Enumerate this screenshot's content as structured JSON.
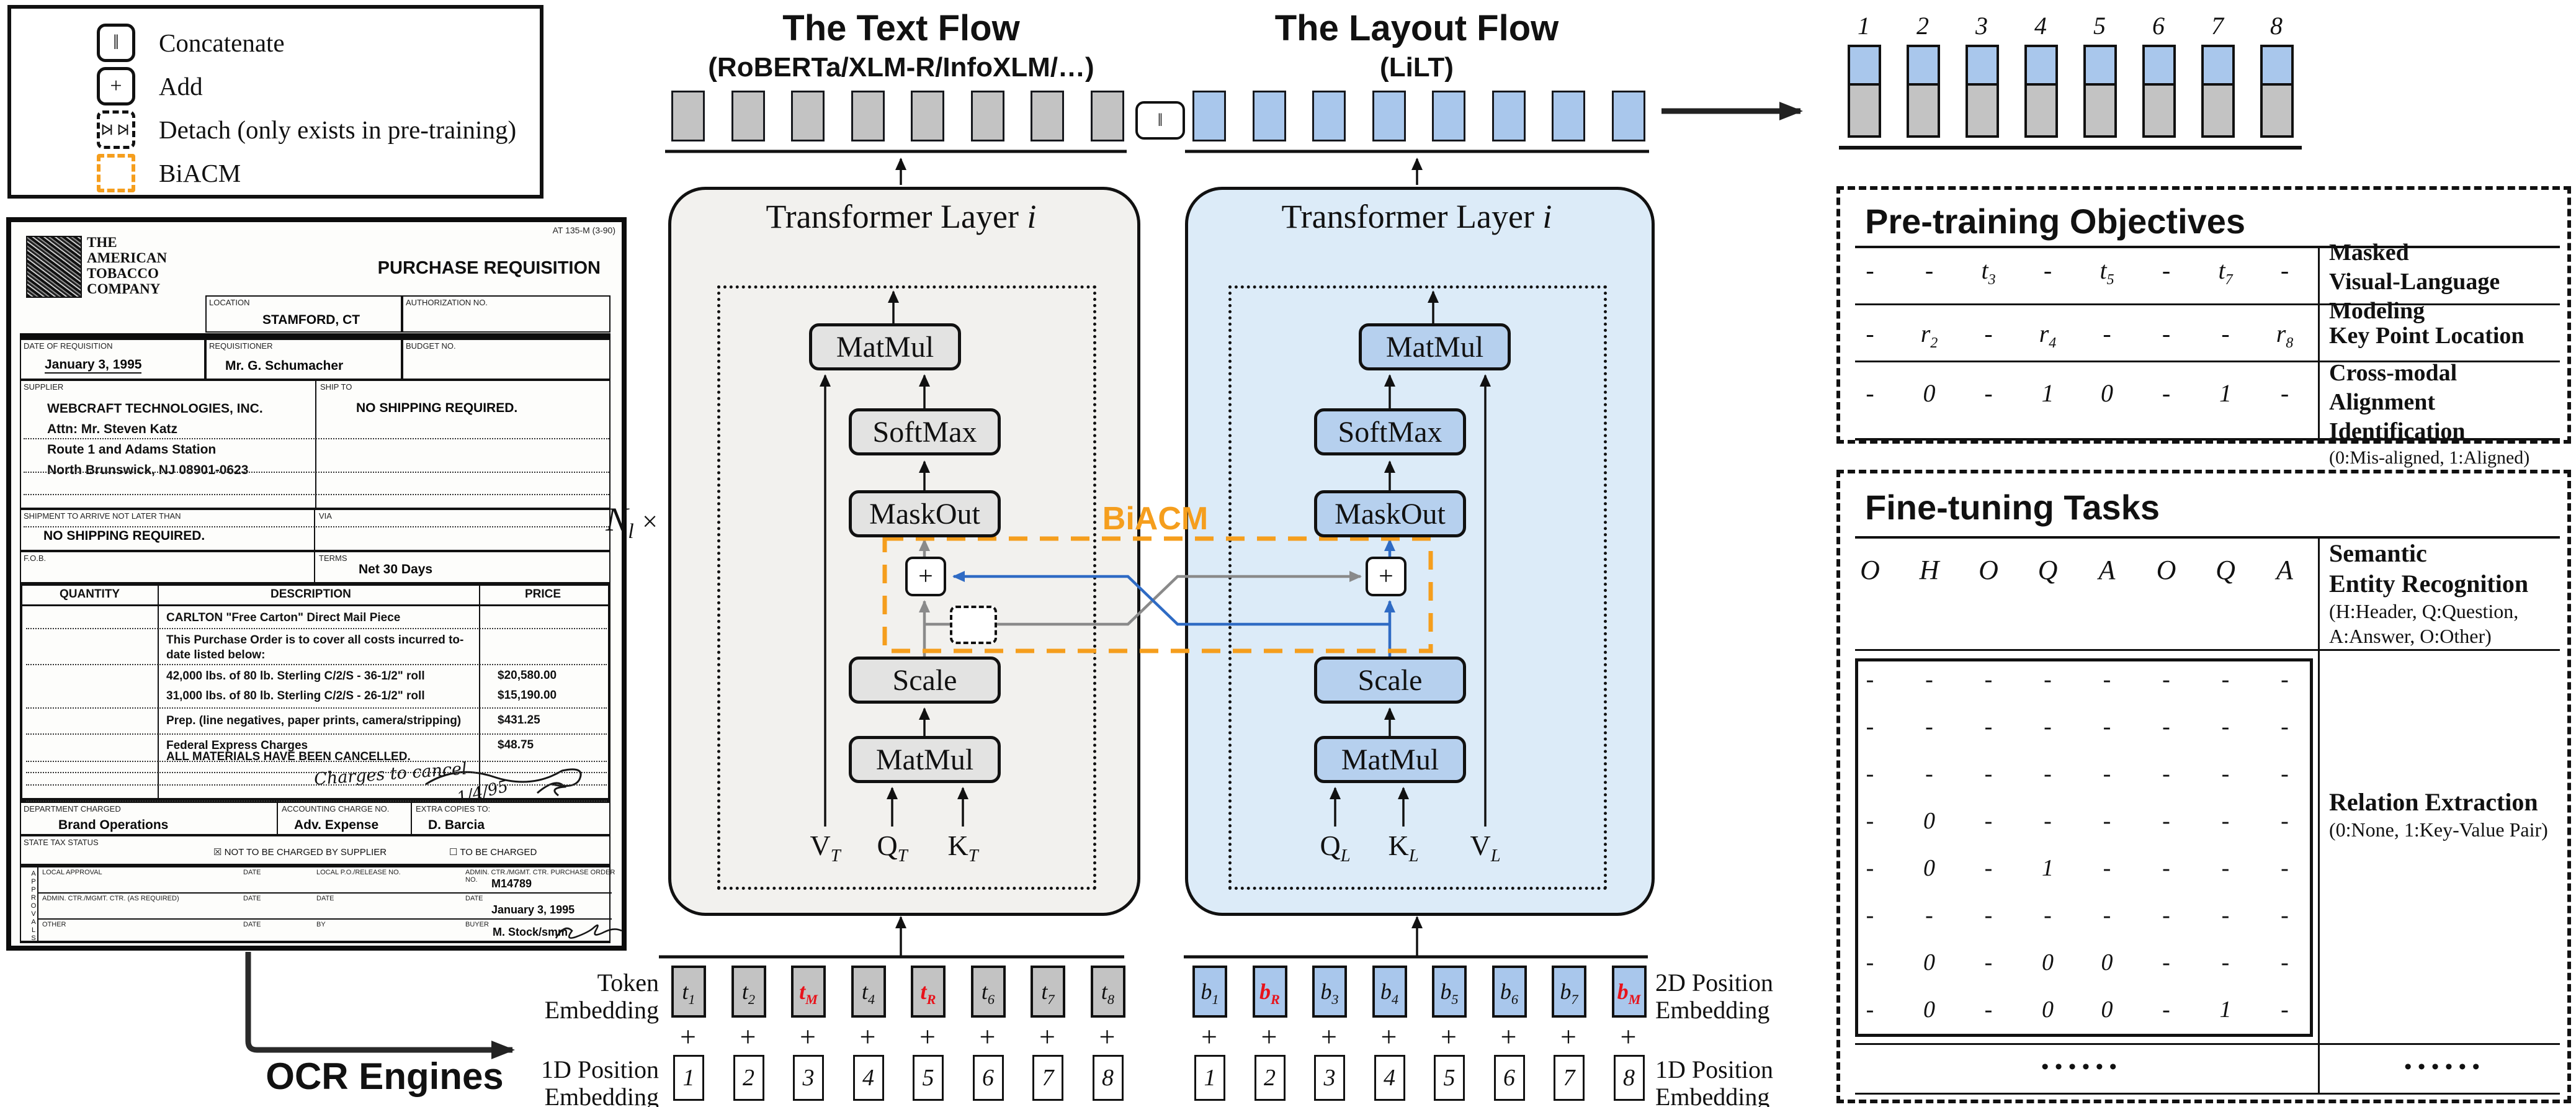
{
  "colors": {
    "orange": "#F59E1D",
    "wire_blue": "#2F6BC4",
    "wire_gray": "#8A8A8A",
    "bar_gray": "#C3C3C3",
    "bar_blue": "#A9C7EC",
    "panel_gray": "#F2F1EE",
    "panel_blue": "#DCEBF8",
    "red": "#E8121A"
  },
  "legend": {
    "items": [
      {
        "glyph": "concat",
        "symbol": "‖",
        "label": "Concatenate"
      },
      {
        "glyph": "add",
        "symbol": "+",
        "label": "Add"
      },
      {
        "glyph": "detach",
        "symbol": "",
        "label": "Detach (only exists in pre-training)"
      },
      {
        "glyph": "biacm",
        "symbol": "",
        "label": "BiACM"
      }
    ]
  },
  "ocr": {
    "label": "OCR Engines"
  },
  "flows": {
    "text": {
      "title": "The Text Flow",
      "subtitle": "(RoBERTa/XLM-R/InfoXLM/…)",
      "layer_label": "Transformer Layer",
      "layer_var": "i",
      "blocks": {
        "matmul_top": "MatMul",
        "softmax": "SoftMax",
        "maskout": "MaskOut",
        "plus": "+",
        "scale": "Scale",
        "matmul_bottom": "MatMul"
      },
      "inputs": [
        {
          "b": "V",
          "s": "T"
        },
        {
          "b": "Q",
          "s": "T"
        },
        {
          "b": "K",
          "s": "T"
        }
      ]
    },
    "layout": {
      "title": "The Layout Flow",
      "subtitle": "(LiLT)",
      "layer_label": "Transformer Layer",
      "layer_var": "i",
      "blocks": {
        "matmul_top": "MatMul",
        "softmax": "SoftMax",
        "maskout": "MaskOut",
        "plus": "+",
        "scale": "Scale",
        "matmul_bottom": "MatMul"
      },
      "inputs": [
        {
          "b": "Q",
          "s": "L"
        },
        {
          "b": "K",
          "s": "L"
        },
        {
          "b": "V",
          "s": "L"
        }
      ]
    },
    "n_layers_base": "N",
    "n_layers_sub": "l",
    "times": "×",
    "biacm": "BiACM",
    "concat": "‖"
  },
  "embeddings": {
    "token_label_lines": [
      "Token",
      "Embedding"
    ],
    "pos1d_left_lines": [
      "1D Position",
      "Embedding"
    ],
    "pos2d_right_lines": [
      "2D Position",
      "Embedding"
    ],
    "pos1d_right_lines": [
      "1D Position",
      "Embedding"
    ],
    "tokens": [
      {
        "b": "t",
        "s": "1"
      },
      {
        "b": "t",
        "s": "2"
      },
      {
        "b": "t",
        "s": "M",
        "red": true
      },
      {
        "b": "t",
        "s": "4"
      },
      {
        "b": "t",
        "s": "R",
        "red": true
      },
      {
        "b": "t",
        "s": "6"
      },
      {
        "b": "t",
        "s": "7"
      },
      {
        "b": "t",
        "s": "8"
      }
    ],
    "boxes_2d": [
      {
        "b": "b",
        "s": "1"
      },
      {
        "b": "b",
        "s": "R",
        "red": true
      },
      {
        "b": "b",
        "s": "3"
      },
      {
        "b": "b",
        "s": "4"
      },
      {
        "b": "b",
        "s": "5"
      },
      {
        "b": "b",
        "s": "6"
      },
      {
        "b": "b",
        "s": "7"
      },
      {
        "b": "b",
        "s": "M",
        "red": true
      }
    ],
    "positions": [
      "1",
      "2",
      "3",
      "4",
      "5",
      "6",
      "7",
      "8"
    ],
    "plus": "+"
  },
  "output_stack": {
    "indices": [
      "1",
      "2",
      "3",
      "4",
      "5",
      "6",
      "7",
      "8"
    ]
  },
  "pretraining": {
    "title": "Pre-training Objectives",
    "rows": [
      {
        "cells": [
          "-",
          "-",
          "t_3",
          "-",
          "t_5",
          "-",
          "t_7",
          "-"
        ],
        "label_lines": [
          "Masked",
          "Visual-Language Modeling"
        ],
        "note_lines": []
      },
      {
        "cells": [
          "-",
          "r_2",
          "-",
          "r_4",
          "-",
          "-",
          "-",
          "r_8"
        ],
        "label_lines": [
          "Key Point Location"
        ],
        "note_lines": []
      },
      {
        "cells": [
          "-",
          "0",
          "-",
          "1",
          "0",
          "-",
          "1",
          "-"
        ],
        "label_lines": [
          "Cross-modal",
          "Alignment Identification"
        ],
        "note_lines": [
          "(0:Mis-aligned, 1:Aligned)"
        ]
      }
    ]
  },
  "finetuning": {
    "title": "Fine-tuning Tasks",
    "ser_cells": [
      "O",
      "H",
      "O",
      "Q",
      "A",
      "O",
      "Q",
      "A"
    ],
    "ser_label_lines": [
      "Semantic",
      "Entity Recognition"
    ],
    "ser_note_lines": [
      "(H:Header, Q:Question,",
      "A:Answer, O:Other)"
    ],
    "matrix": [
      [
        "-",
        "-",
        "-",
        "-",
        "-",
        "-",
        "-",
        "-"
      ],
      [
        "-",
        "-",
        "-",
        "-",
        "-",
        "-",
        "-",
        "-"
      ],
      [
        "-",
        "-",
        "-",
        "-",
        "-",
        "-",
        "-",
        "-"
      ],
      [
        "-",
        "0",
        "-",
        "-",
        "-",
        "-",
        "-",
        "-"
      ],
      [
        "-",
        "0",
        "-",
        "1",
        "-",
        "-",
        "-",
        "-"
      ],
      [
        "-",
        "-",
        "-",
        "-",
        "-",
        "-",
        "-",
        "-"
      ],
      [
        "-",
        "0",
        "-",
        "0",
        "0",
        "-",
        "-",
        "-"
      ],
      [
        "-",
        "0",
        "-",
        "0",
        "0",
        "-",
        "1",
        "-"
      ]
    ],
    "re_label_lines": [
      "Relation Extraction"
    ],
    "re_note_lines": [
      "(0:None, 1:Key-Value Pair)"
    ],
    "dots_left": "••••••",
    "dots_right": "••••••"
  },
  "document": {
    "form_no": "AT 135-M (3-90)",
    "company_lines": [
      "THE",
      "AMERICAN",
      "TOBACCO",
      "COMPANY"
    ],
    "title": "PURCHASE REQUISITION",
    "location_label": "LOCATION",
    "location": "STAMFORD, CT",
    "auth_label": "AUTHORIZATION NO.",
    "date_label": "DATE OF REQUISITION",
    "date": "January 3, 1995",
    "req_label": "REQUISITIONER",
    "requisitioner": "Mr. G. Schumacher",
    "budget_label": "BUDGET NO.",
    "supplier_label": "SUPPLIER",
    "supplier_lines": [
      "WEBCRAFT TECHNOLOGIES, INC.",
      "Attn: Mr. Steven Katz",
      "Route 1 and Adams Station",
      "North Brunswick, NJ 08901-0623"
    ],
    "shipto_label": "SHIP TO",
    "shipto": "NO SHIPPING REQUIRED.",
    "arrive_label": "SHIPMENT TO ARRIVE NOT LATER THAN",
    "arrive": "NO SHIPPING REQUIRED.",
    "via_label": "VIA",
    "fob_label": "F.O.B.",
    "terms_label": "TERMS",
    "terms": "Net 30 Days",
    "qty_label": "QUANTITY",
    "desc_label": "DESCRIPTION",
    "price_label": "PRICE",
    "items": [
      {
        "desc": "CARLTON \"Free Carton\" Direct Mail Piece",
        "price": ""
      },
      {
        "desc": "This Purchase Order is to cover all costs incurred to-date listed below:",
        "price": ""
      },
      {
        "desc": "42,000 lbs. of 80 lb. Sterling C/2/S - 36-1/2\" roll",
        "price": "$20,580.00"
      },
      {
        "desc": "31,000 lbs. of 80 lb. Sterling C/2/S - 26-1/2\" roll",
        "price": "$15,190.00"
      },
      {
        "desc": "Prep. (line negatives, paper prints, camera/stripping)",
        "price": "$431.25"
      },
      {
        "desc": "Federal Express Charges",
        "price": "$48.75"
      },
      {
        "desc": "ALL MATERIALS HAVE BEEN CANCELLED.",
        "price": ""
      }
    ],
    "handwriting": "Charges to cancel",
    "handwriting_date": "1/4/95",
    "dept_label": "DEPARTMENT CHARGED",
    "dept": "Brand Operations",
    "acct_label": "ACCOUNTING CHARGE NO.",
    "acct": "Adv. Expense",
    "copies_label": "EXTRA COPIES TO:",
    "copies": "D. Barcia",
    "tax_label": "STATE TAX STATUS",
    "tax_checked_glyph": "☒",
    "tax_opt1": "NOT TO BE CHARGED BY SUPPLIER",
    "tax_unchecked_glyph": "☐",
    "tax_opt2": "TO BE CHARGED",
    "approvals_label": "APPROVALS",
    "local_approval_label": "LOCAL APPROVAL",
    "date_small_label": "DATE",
    "po_label": "LOCAL P.O./RELEASE NO.",
    "admin_po_label": "ADMIN. CTR./MGMT. CTR. PURCHASE ORDER NO.",
    "po_no": "M14789",
    "admin_req_label": "ADMIN. CTR./MGMT. CTR. (AS REQUIRED)",
    "po_date": "January 3, 1995",
    "other_label": "OTHER",
    "by_label": "BY",
    "buyer_label": "BUYER",
    "buyer": "M. Stock/smm"
  }
}
